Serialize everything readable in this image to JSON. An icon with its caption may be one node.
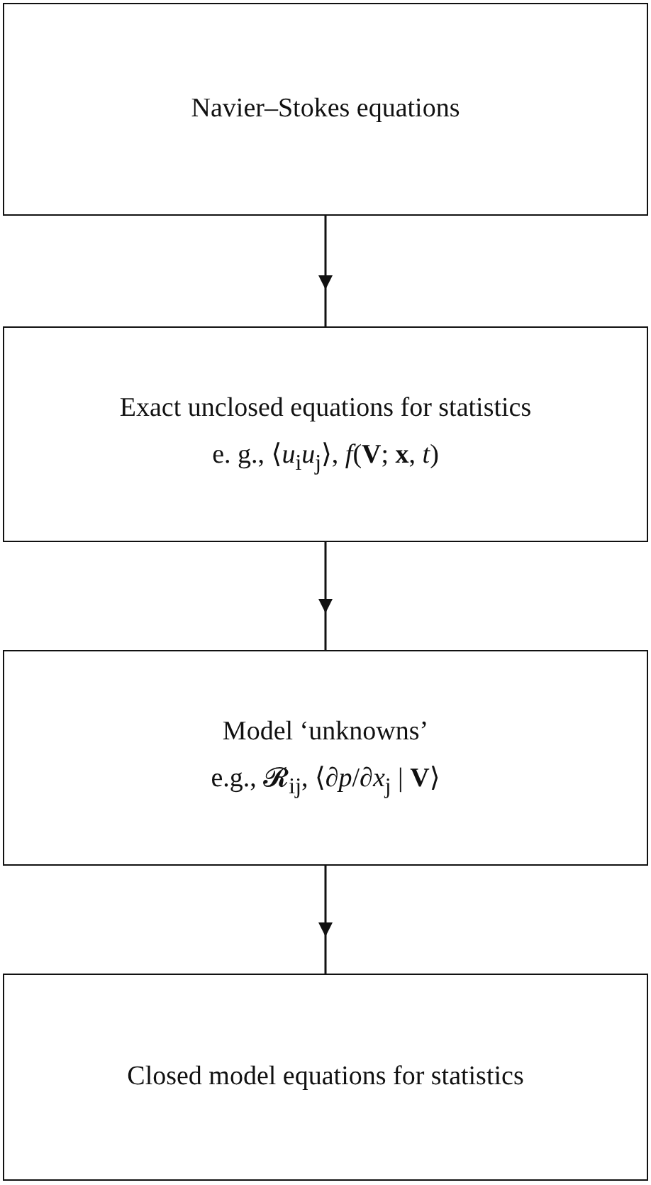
{
  "diagram": {
    "nodes": [
      {
        "text": [
          "Navier–Stokes equations"
        ]
      },
      {
        "text": [
          "Exact unclosed equations for statistics",
          "e. g., ⟨*u*$_{i}$*u*$_{j}$⟩, *f*(**V**; **x**, *t*)"
        ]
      },
      {
        "text": [
          "Model ‘unknowns’",
          "e.g., 𝓡$_{ij}$, ⟨∂*p*/∂*x*$_{j}$ | **V**⟩"
        ]
      },
      {
        "text": [
          "Closed model equations for statistics"
        ]
      }
    ],
    "edges": [
      {
        "from": 0,
        "to": 1,
        "arrow": "to"
      },
      {
        "from": 1,
        "to": 2,
        "arrow": "to"
      },
      {
        "from": 2,
        "to": 3,
        "arrow": "to"
      }
    ]
  }
}
